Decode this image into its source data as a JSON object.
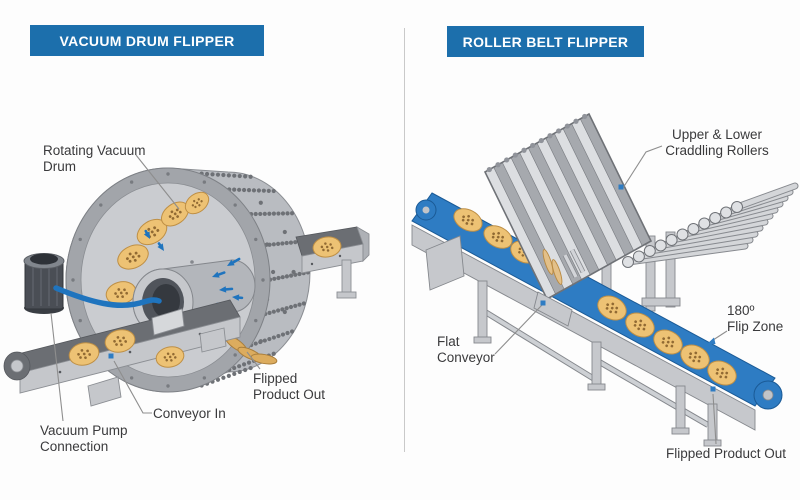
{
  "left_panel": {
    "title": "VACUUM DRUM FLIPPER",
    "labels": {
      "rotating_vacuum_drum": [
        "Rotating Vacuum",
        "Drum"
      ],
      "conveyor_in": "Conveyor In",
      "flipped_product_out": [
        "Flipped",
        "Product Out"
      ],
      "vacuum_pump_connection": [
        "Vacuum Pump",
        "Connection"
      ]
    }
  },
  "right_panel": {
    "title": "ROLLER BELT FLIPPER",
    "labels": {
      "cradling_rollers": [
        "Upper & Lower",
        "Craddling Rollers"
      ],
      "flip_zone": [
        "180º",
        "Flip Zone"
      ],
      "flat_conveyor": [
        "Flat",
        "Conveyor"
      ],
      "flipped_product_out": "Flipped Product Out"
    }
  },
  "colors": {
    "title_bar_bg": "#1C6FAC",
    "title_text": "#FFFFFF",
    "belt_blue": "#2E7CC3",
    "accent_blue": "#1F74BE",
    "cookie_tan": "#EDC274",
    "metal_gray": "#C5C7CB",
    "label_text": "#3A3A3C",
    "leader_line": "#8E8E8E"
  }
}
